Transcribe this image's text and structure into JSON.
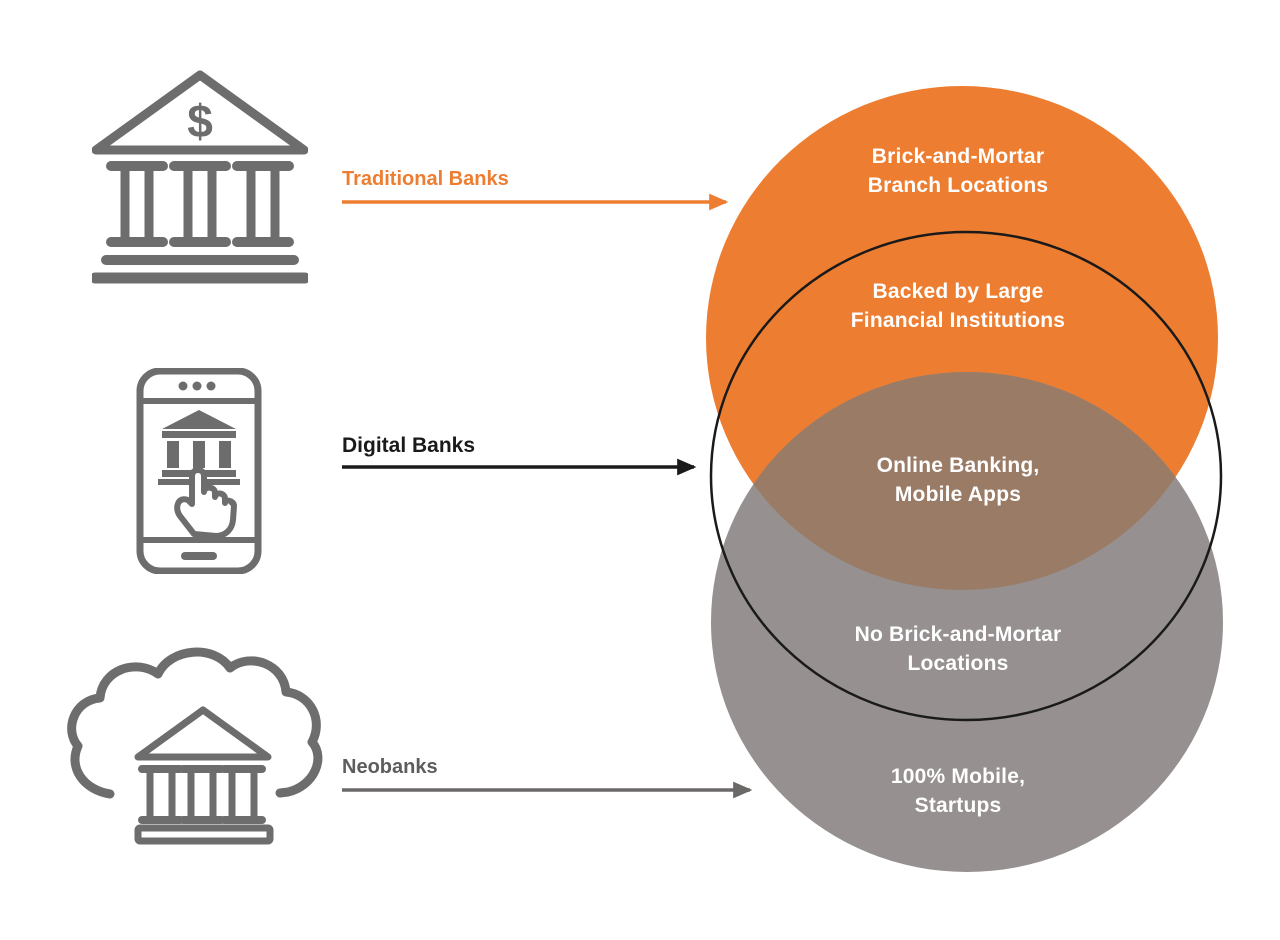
{
  "colors": {
    "orange": "#ED7D31",
    "circle_gray": "#969090",
    "overlap_brown": "#9A7B66",
    "outline_black": "#1A1A1A",
    "label_black": "#1A1A1A",
    "label_gray": "#5F5C5C",
    "arrow_gray": "#6B6868",
    "icon_gray": "#6D6D6D",
    "zone_text": "#FFFFFF",
    "bg": "#FFFFFF"
  },
  "sets": {
    "traditional": {
      "label": "Traditional Banks"
    },
    "digital": {
      "label": "Digital Banks"
    },
    "neobanks": {
      "label": "Neobanks"
    }
  },
  "zones": {
    "traditional_only": {
      "line1": "Brick-and-Mortar",
      "line2": "Branch Locations"
    },
    "traditional_and_digital": {
      "line1": "Backed by Large",
      "line2": "Financial Institutions"
    },
    "all_overlap": {
      "line1": "Online Banking,",
      "line2": "Mobile Apps"
    },
    "digital_and_neobanks": {
      "line1": "No Brick-and-Mortar",
      "line2": "Locations"
    },
    "neobanks_only": {
      "line1": "100% Mobile,",
      "line2": "Startups"
    }
  },
  "icons": {
    "bank_dollar_sign": "$"
  }
}
